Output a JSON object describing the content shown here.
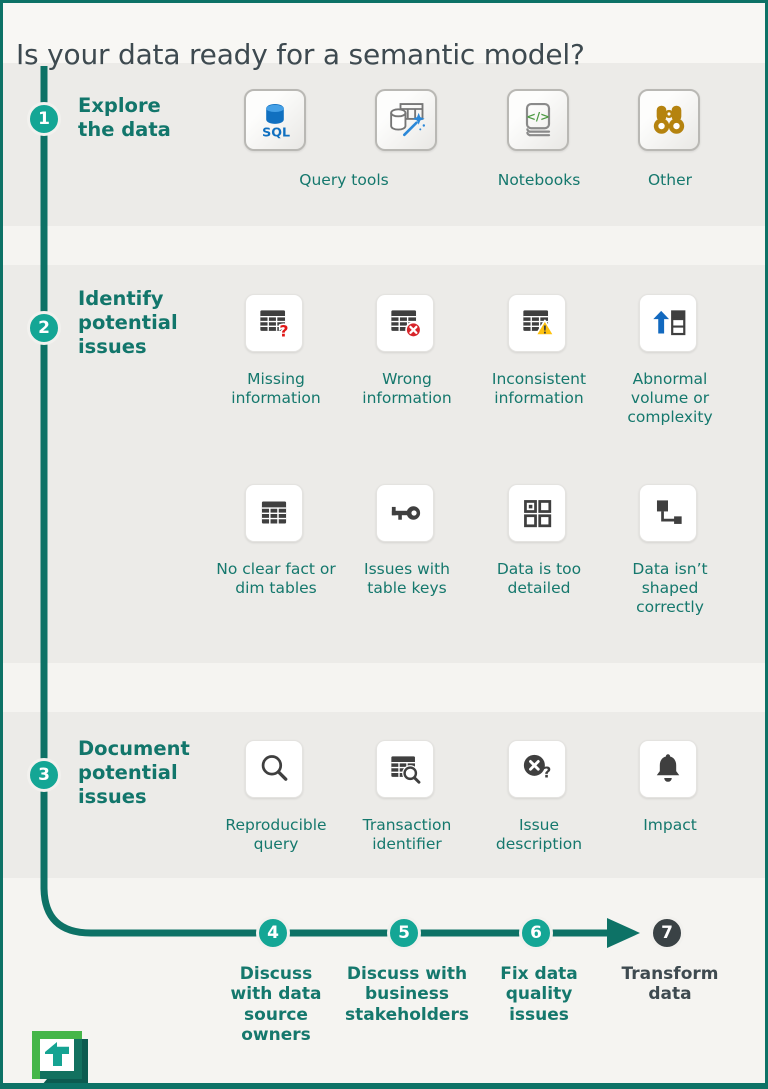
{
  "title": "Is your data ready for a semantic model?",
  "colors": {
    "line_teal": "#0D7266",
    "circle_teal": "#14A695",
    "text_teal": "#15786D",
    "heading_teal": "#12766B",
    "dark_text": "#3E4A50",
    "icon_gray": "#3F3F3F",
    "error_red": "#D8252A",
    "warning_yellow": "#FFC20E",
    "accent_blue": "#1269BF",
    "code_green": "#4C9A42",
    "binoculars_amber": "#B5830F",
    "final_circle_dark": "#3A4245"
  },
  "step1": {
    "number": "1",
    "heading": "Explore\nthe data",
    "captions": [
      "Query tools",
      "Notebooks",
      "Other"
    ],
    "sql_label": "SQL",
    "code_glyph": "</>"
  },
  "step2": {
    "number": "2",
    "heading": "Identify\npotential\nissues",
    "row1": [
      {
        "caption": "Missing\ninformation"
      },
      {
        "caption": "Wrong\ninformation"
      },
      {
        "caption": "Inconsistent\ninformation"
      },
      {
        "caption": "Abnormal\nvolume or\ncomplexity"
      }
    ],
    "row2": [
      {
        "caption": "No clear fact or\ndim tables"
      },
      {
        "caption": "Issues with\ntable keys"
      },
      {
        "caption": "Data is too\ndetailed"
      },
      {
        "caption": "Data isn’t\nshaped\ncorrectly"
      }
    ],
    "question_glyph": "?",
    "exclamation_glyph": "!"
  },
  "step3": {
    "number": "3",
    "heading": "Document\npotential\nissues",
    "items": [
      {
        "caption": "Reproducible\nquery"
      },
      {
        "caption": "Transaction\nidentifier"
      },
      {
        "caption": "Issue\ndescription"
      },
      {
        "caption": "Impact"
      }
    ],
    "question_glyph": "?"
  },
  "flow": {
    "step4": {
      "number": "4",
      "label": "Discuss\nwith data\nsource\nowners"
    },
    "step5": {
      "number": "5",
      "label": "Discuss with\nbusiness\nstakeholders"
    },
    "step6": {
      "number": "6",
      "label": "Fix data\nquality\nissues"
    },
    "step7": {
      "number": "7",
      "label": "Transform\ndata"
    }
  }
}
